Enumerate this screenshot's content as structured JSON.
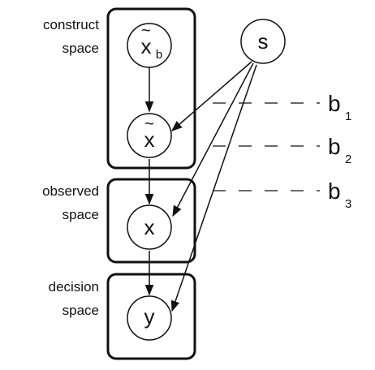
{
  "spaces": [
    {
      "id": "construct",
      "line1": "construct",
      "line2": "space"
    },
    {
      "id": "observed",
      "line1": "observed",
      "line2": "space"
    },
    {
      "id": "decision",
      "line1": "decision",
      "line2": "space"
    }
  ],
  "nodes": {
    "x_tilde_b": {
      "main": "x",
      "accent": "~",
      "sub": "b"
    },
    "x_tilde": {
      "main": "x",
      "accent": "~"
    },
    "x": {
      "main": "x"
    },
    "y": {
      "main": "y"
    },
    "s": {
      "main": "s"
    }
  },
  "bias_labels": [
    {
      "main": "b",
      "sub": "1"
    },
    {
      "main": "b",
      "sub": "2"
    },
    {
      "main": "b",
      "sub": "3"
    }
  ],
  "colors": {
    "ink": "#111111",
    "background": "#ffffff"
  }
}
